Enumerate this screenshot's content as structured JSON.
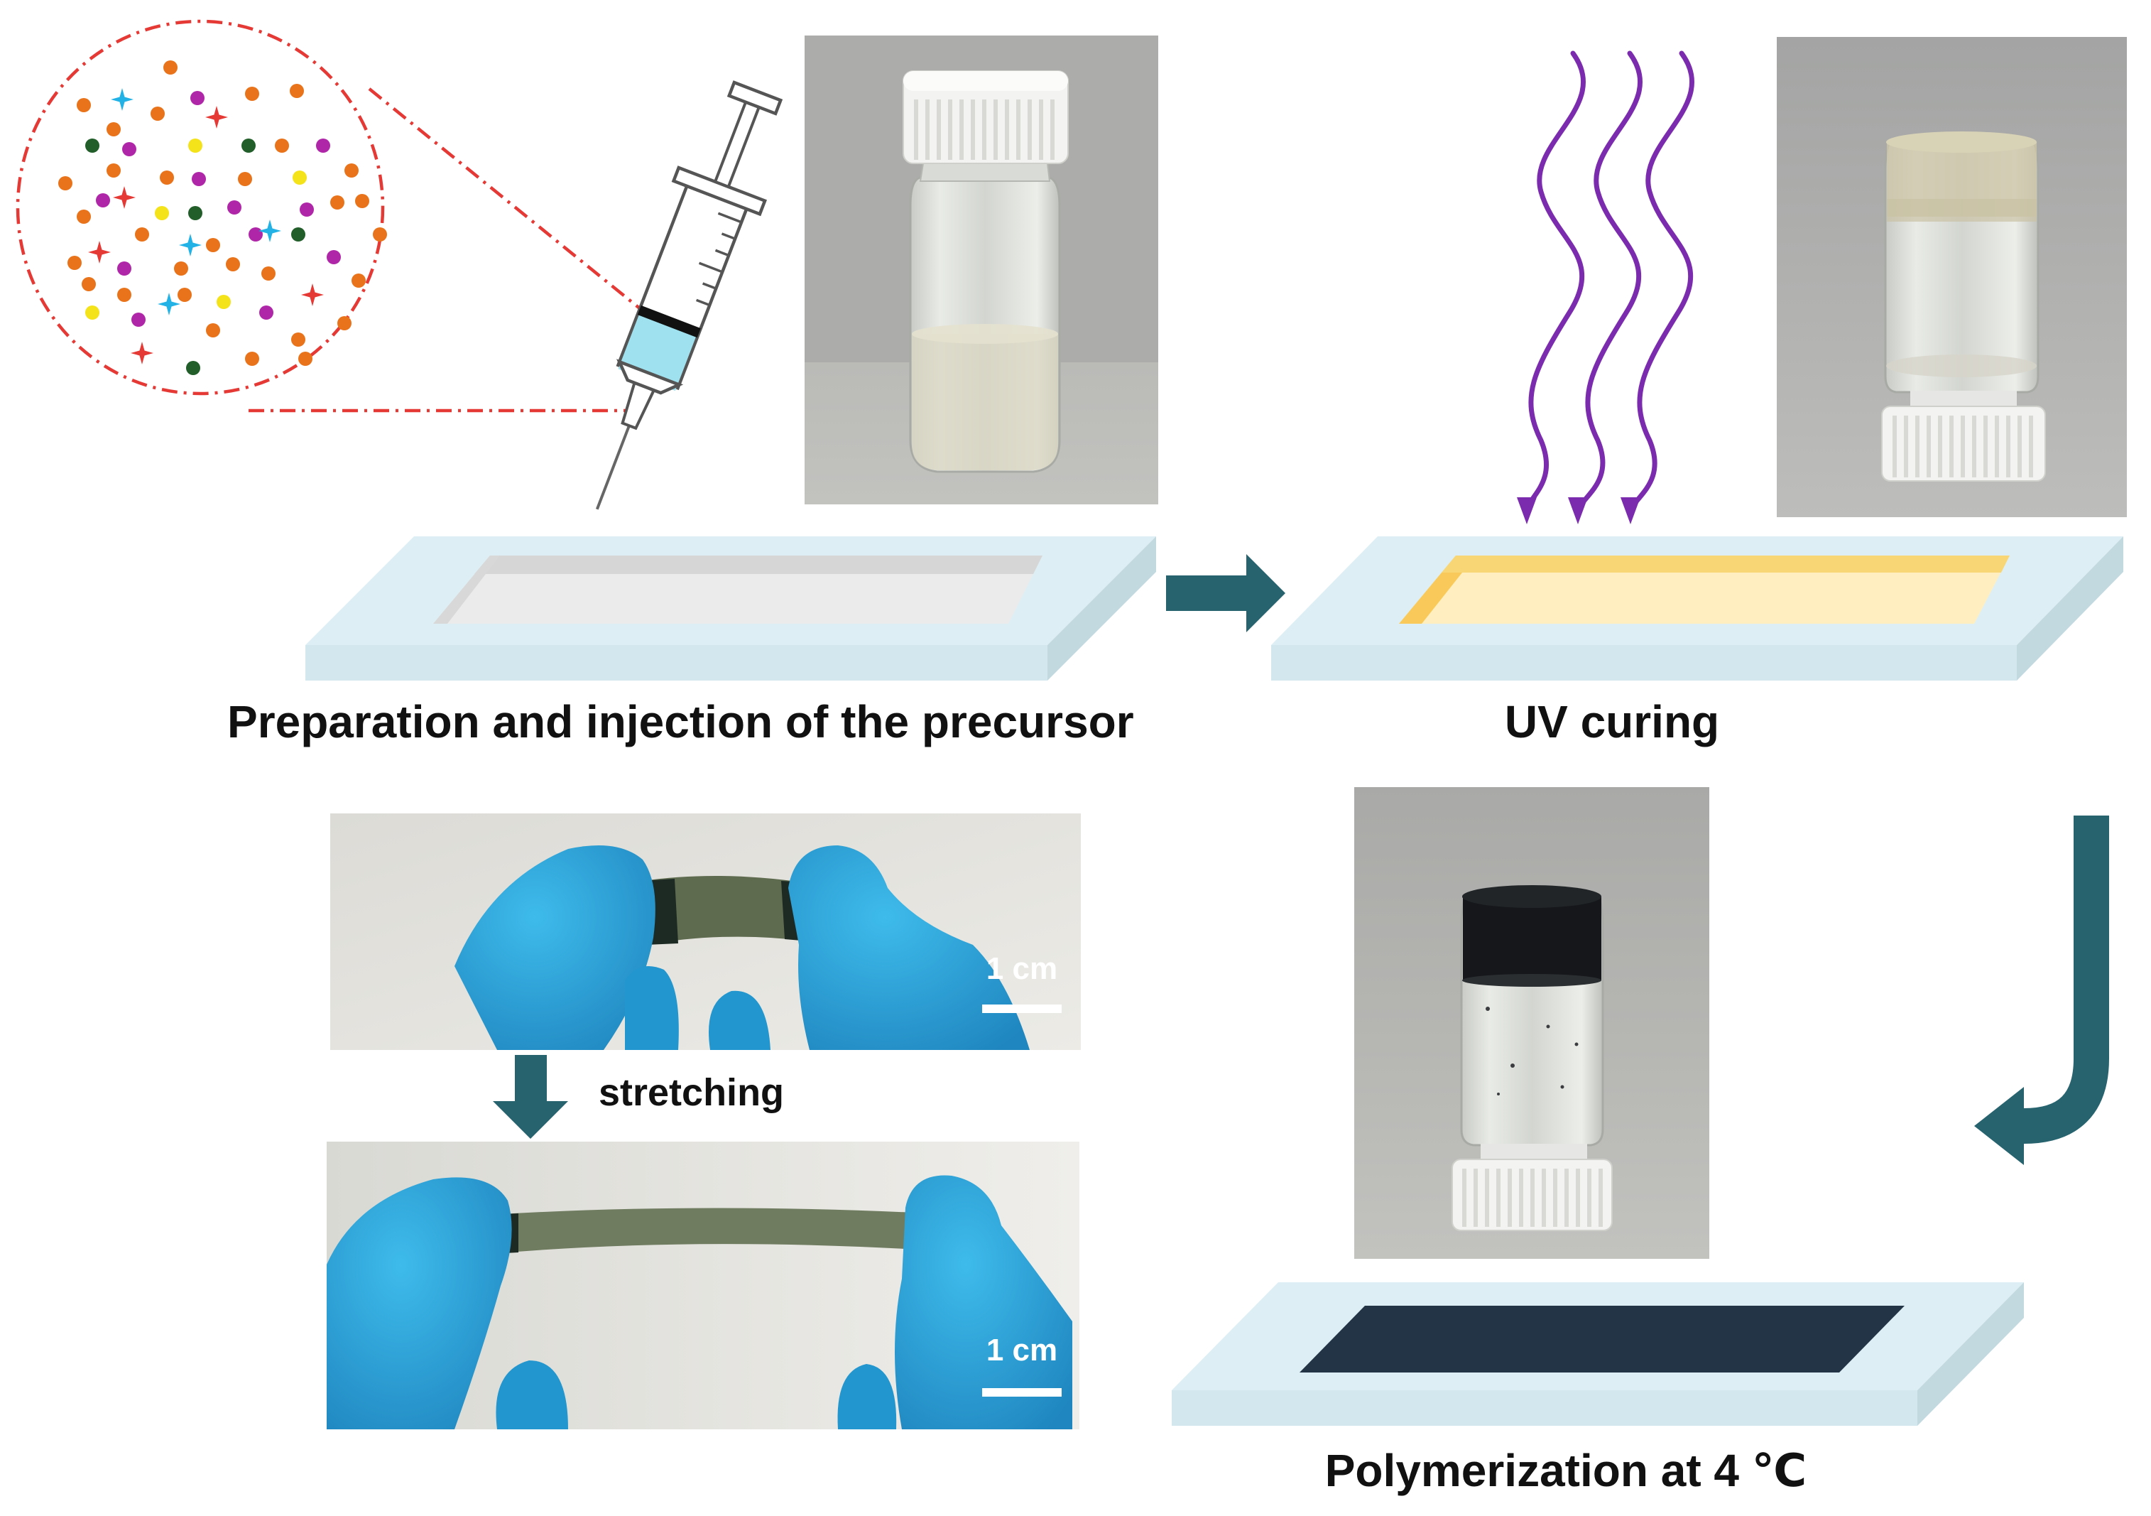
{
  "captions": {
    "step1": "Preparation and injection of the precursor",
    "step2": "UV curing",
    "step3": "Polymerization at 4 ℃",
    "stretch": "stretching"
  },
  "scale_bars": {
    "top": "1 cm",
    "bottom": "1 cm"
  },
  "colors": {
    "arrow": "#26636E",
    "slide_face": "#DDEFF4",
    "slide_side": "#C9DEE4",
    "cavity_empty": "#EBEBEB",
    "cavity_uv": "#FFEFC0",
    "cavity_uv_edge": "#F9C95A",
    "cavity_polymer": "#243447",
    "uv_wave": "#7B2BAE",
    "zoom_outline": "#E53935",
    "glove": "#2AA8DC",
    "liquid": "#9FE1EE"
  },
  "icons": {
    "arrow_right": "right-arrow-icon",
    "arrow_down": "down-arrow-icon",
    "arrow_return": "curved-return-arrow-icon",
    "syringe": "syringe-icon",
    "uv": "uv-light-icon"
  }
}
